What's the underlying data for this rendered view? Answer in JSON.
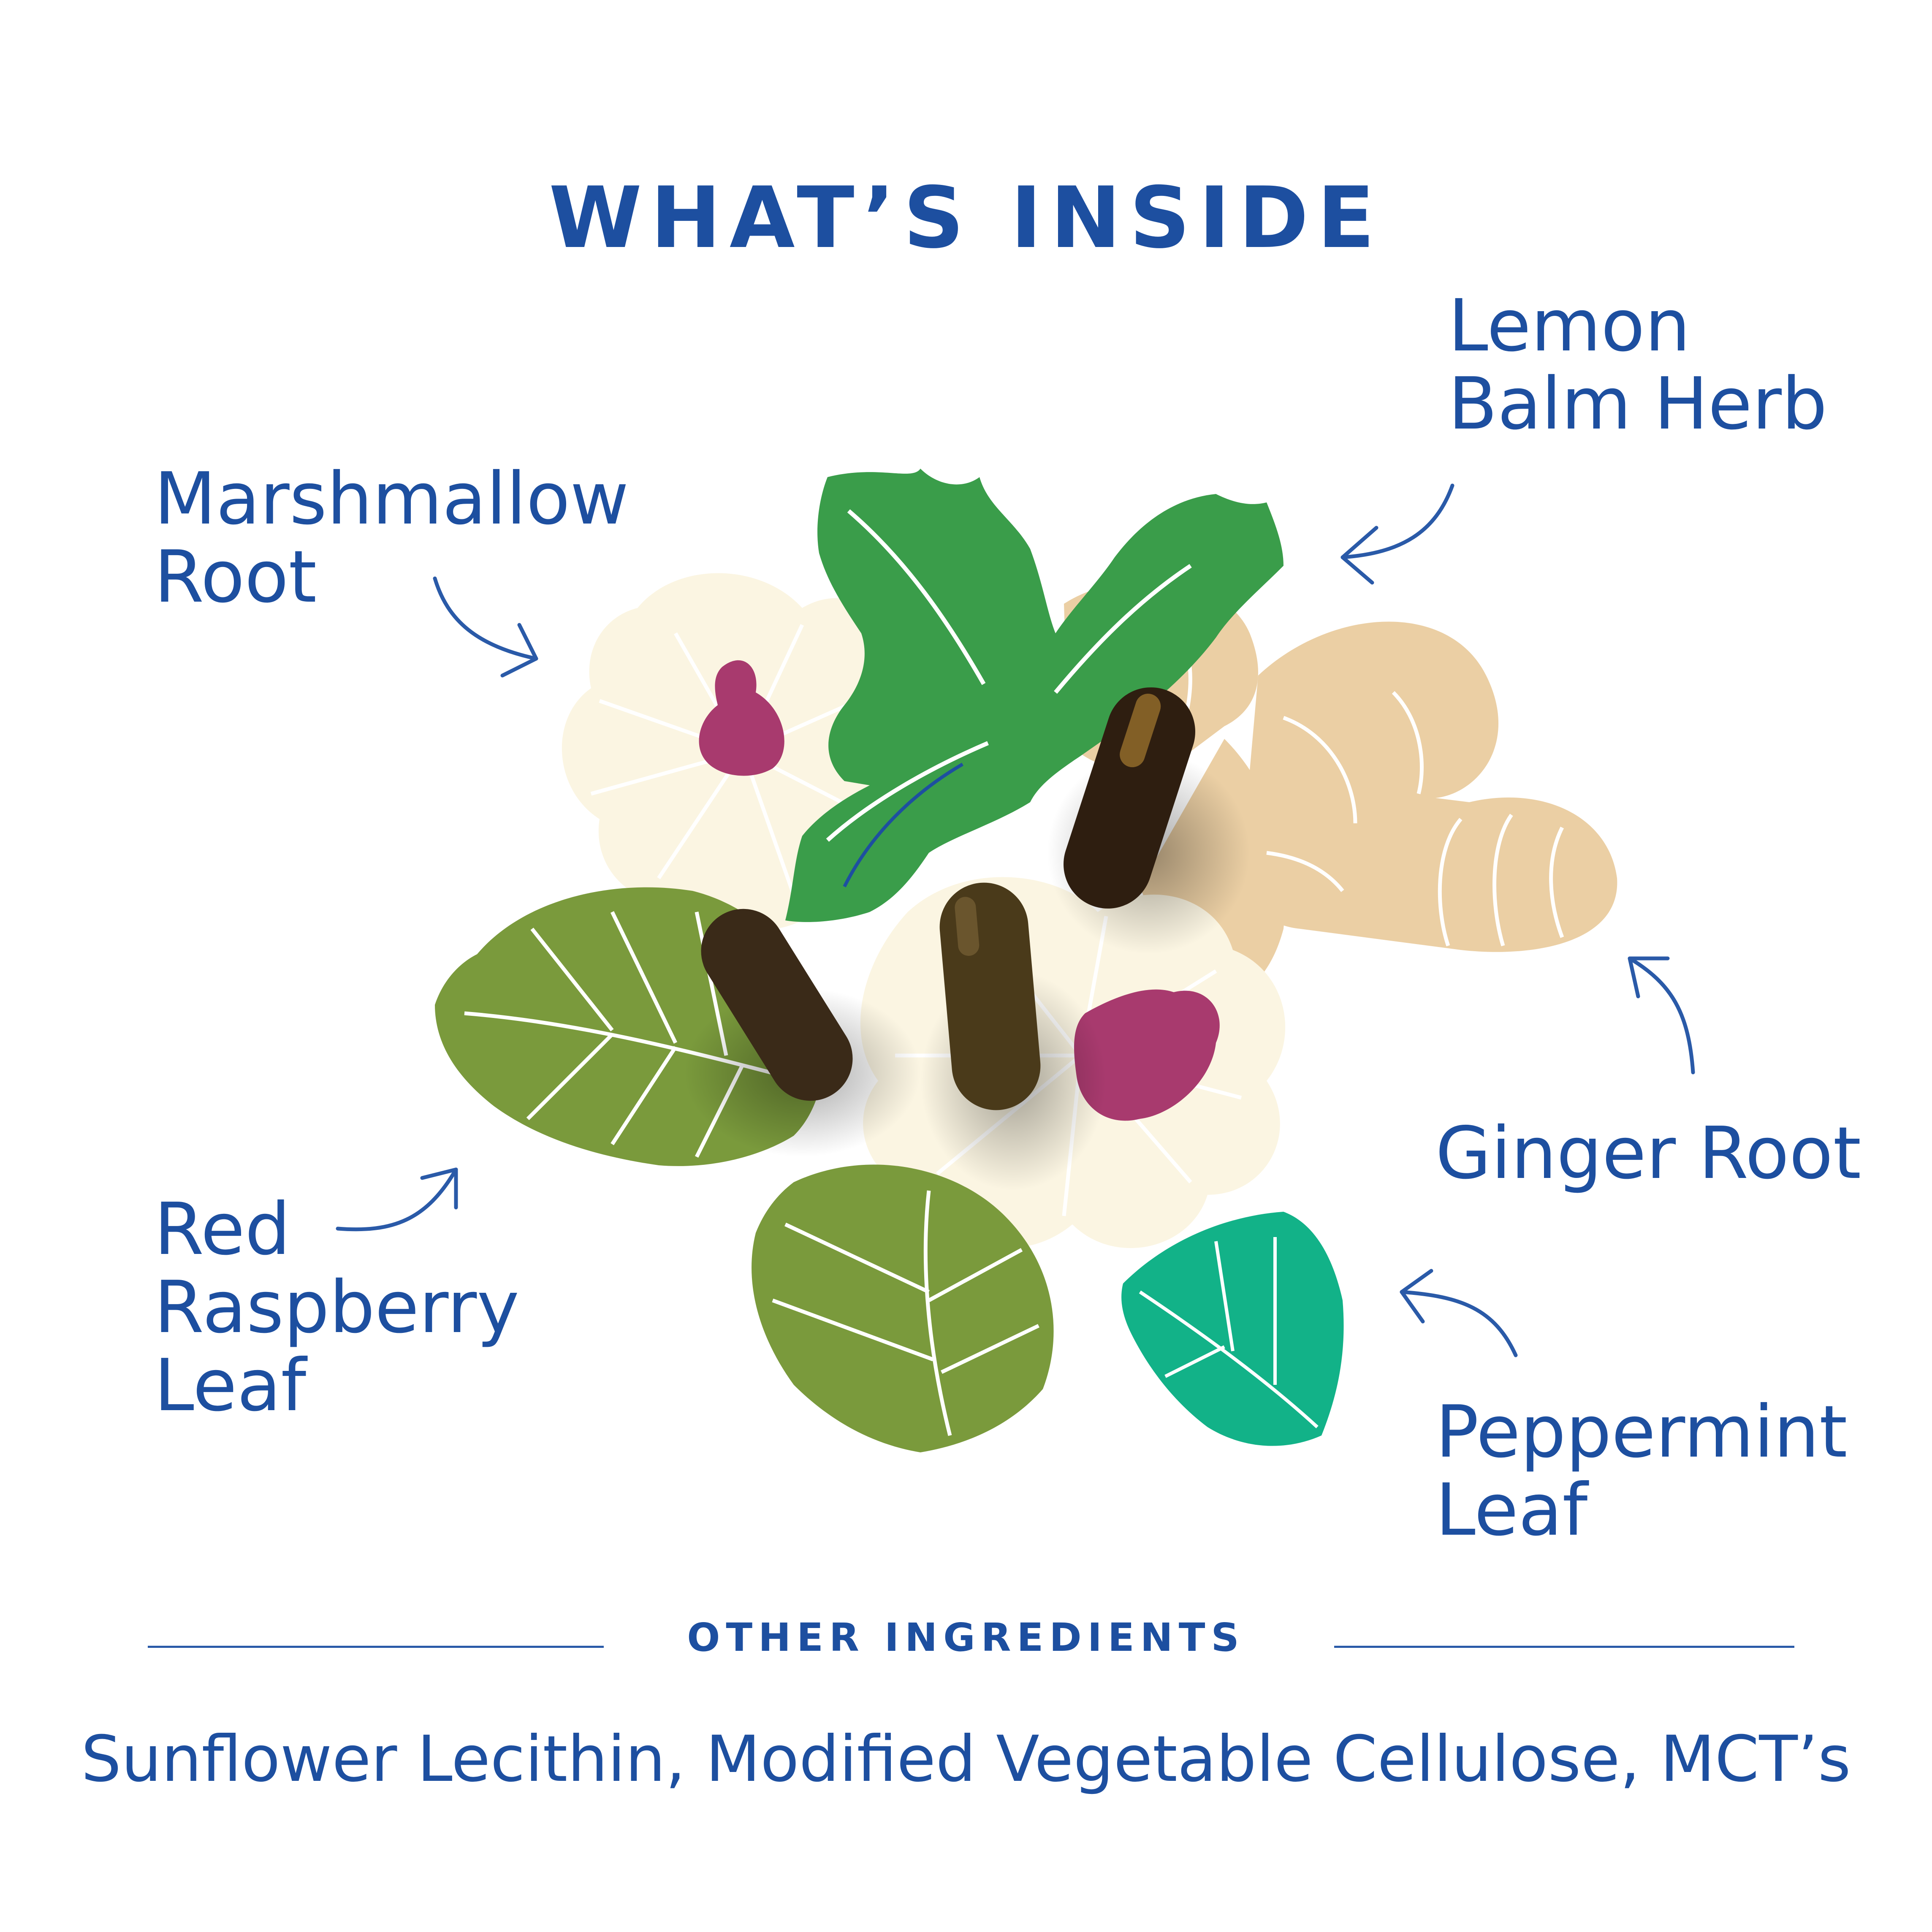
{
  "title": "WHAT’S INSIDE",
  "ingredients": {
    "lemon_balm": [
      "Lemon",
      "Balm Herb"
    ],
    "marshmallow": [
      "Marshmallow",
      "Root"
    ],
    "ginger": [
      "Ginger Root"
    ],
    "red_raspberry": [
      "Red",
      "Raspberry",
      "Leaf"
    ],
    "peppermint": [
      "Peppermint",
      "Leaf"
    ]
  },
  "other": {
    "heading": "OTHER INGREDIENTS",
    "list": "Sunflower Lecithin, Modified Vegetable Cellulose, MCT’s"
  },
  "colors": {
    "text": "#1d4fa0",
    "lemon_balm_leaf": "#3a9d4a",
    "raspberry_leaf": "#7a9a3c",
    "peppermint_leaf": "#12b288",
    "flower": "#fbf5e2",
    "flower_center": "#a83a6e",
    "ginger": "#ebcfa4",
    "capsule": "#3a2a18"
  }
}
